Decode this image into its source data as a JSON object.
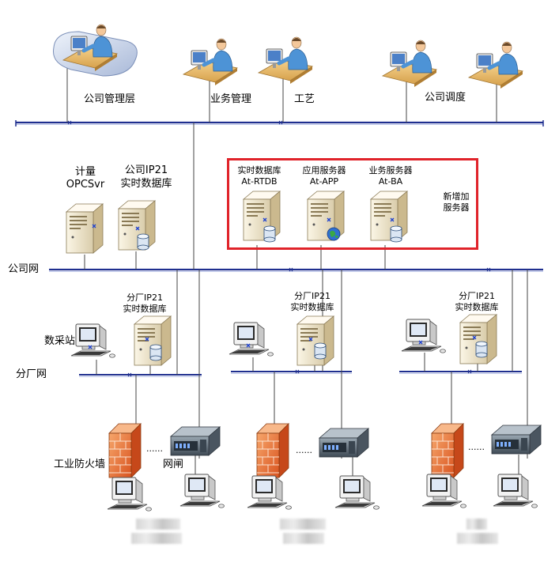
{
  "labels": {
    "company_mgmt": "公司管理层",
    "business_mgmt": "业务管理",
    "process": "工艺",
    "company_dispatch": "公司调度",
    "metering": "计量",
    "opcsvr": "OPCSvr",
    "company_ip21": "公司IP21",
    "rtdb_cn": "实时数据库",
    "rtdb_name": "实时数据库",
    "rtdb_code": "At-RTDB",
    "app_name": "应用服务器",
    "app_code": "At-APP",
    "ba_name": "业务服务器",
    "ba_code": "At-BA",
    "new_servers_1": "新增加",
    "new_servers_2": "服务器",
    "company_net": "公司网",
    "branch_ip21": "分厂IP21",
    "branch_rtdb": "实时数据库",
    "acq_station": "数采站",
    "branch_net": "分厂网",
    "firewall": "工业防火墙",
    "gate": "网闸",
    "dots": "......"
  },
  "colors": {
    "bus": "#1f2f8f",
    "highlight": "#e0232a",
    "firewall": "#e8793a",
    "server": "#f1e6c8"
  }
}
